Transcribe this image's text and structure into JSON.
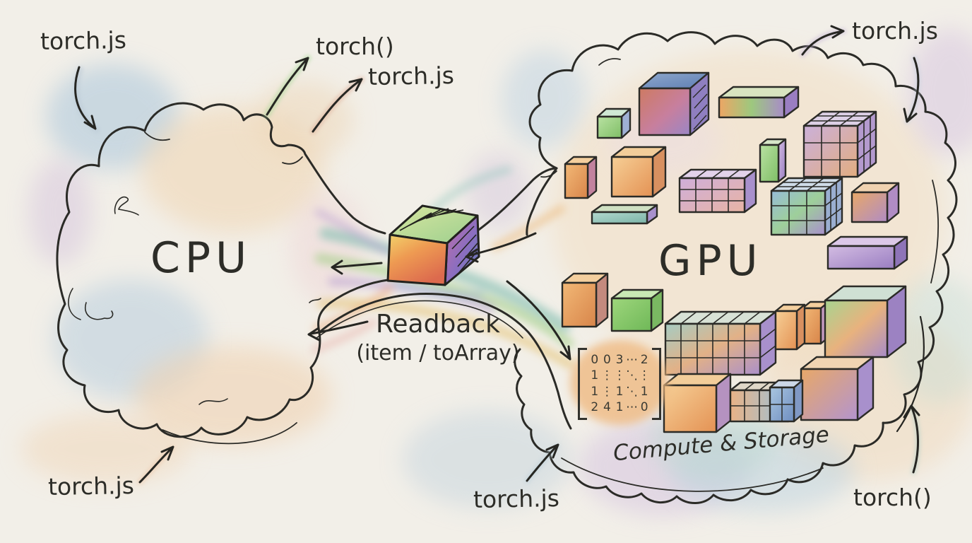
{
  "scene": {
    "description": "Hand-drawn watercolor diagram: CPU cloud and GPU cloud connected by a rainbow readback stream with tensor cubes"
  },
  "labels": {
    "torch_js_top_left": "torch.js",
    "torch_fn_top": "torch()",
    "torch_js_top_center": "torch.js",
    "torch_js_top_right": "torch.js",
    "cpu": "CPU",
    "gpu": "GPU",
    "readback_title": "Readback",
    "readback_sub": "(item / toArray)",
    "compute_storage": "Compute & Storage",
    "torch_js_bottom_left": "torch.js",
    "torch_js_bottom_center": "torch.js",
    "torch_fn_bottom_right": "torch()"
  },
  "matrix": {
    "rows": [
      [
        "0",
        "0",
        "3",
        "⋯",
        "2"
      ],
      [
        "1",
        "⋮",
        "⋮",
        "⋱",
        "⋮"
      ],
      [
        "1",
        "⋮",
        "1",
        "⋱",
        "1"
      ],
      [
        "2",
        "4",
        "1",
        "⋯",
        "0"
      ]
    ]
  },
  "colors": {
    "paper": "#f2efe8",
    "ink": "#2b2b27",
    "wash_blue": "#aac6db",
    "wash_peach": "#f0d7b6",
    "wash_purple": "#d3bfdf",
    "wash_teal": "#bcd8d0",
    "wash_green": "#9ccd7f",
    "matrix_blob": "#efba82",
    "stream": [
      "#84bfb2",
      "#9ccd7f",
      "#e5c06a",
      "#b49ad0",
      "#eda677"
    ]
  }
}
